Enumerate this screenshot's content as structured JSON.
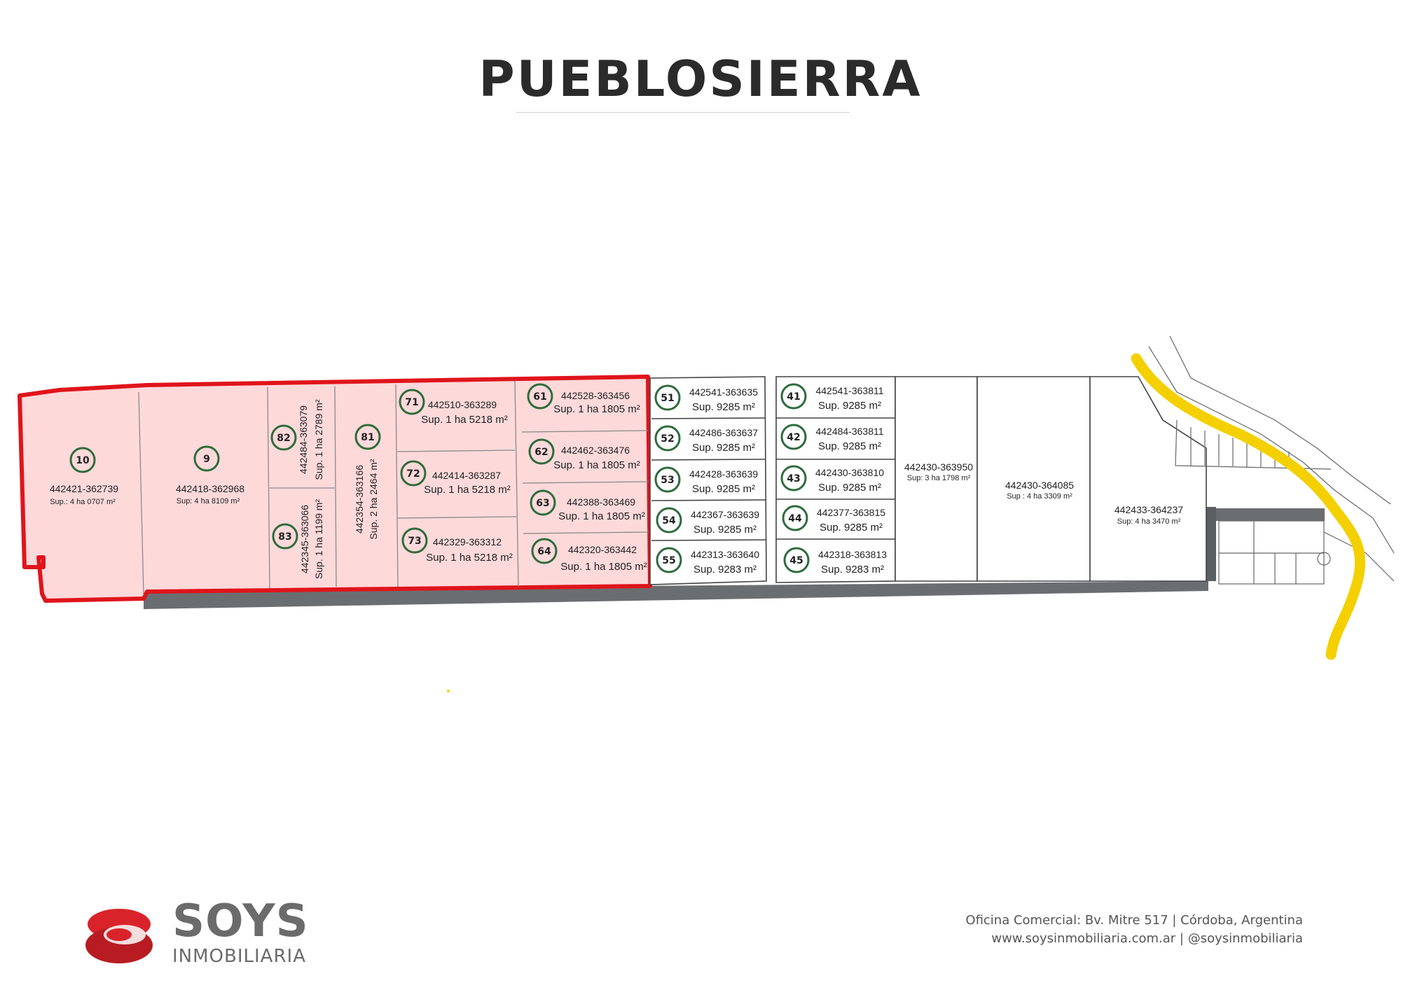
{
  "title": "PUEBLOSIERRA",
  "lots_reserved": [
    {
      "num": "10",
      "code": "442421-362739",
      "area": "Sup.: 4 ha 0707 m²"
    },
    {
      "num": "9",
      "code": "442418-362968",
      "area": "Sup: 4 ha 8109 m²"
    },
    {
      "num": "82",
      "code": "442484-363079",
      "area": "Sup. 1 ha 2789 m²"
    },
    {
      "num": "83",
      "code": "442345-363066",
      "area": "Sup. 1 ha 1199 m²"
    },
    {
      "num": "81",
      "code": "442354-363166",
      "area": "Sup. 2 ha 2464 m²"
    },
    {
      "num": "71",
      "code": "442510-363289",
      "area": "Sup. 1 ha 5218 m²"
    },
    {
      "num": "72",
      "code": "442414-363287",
      "area": "Sup. 1 ha 5218 m²"
    },
    {
      "num": "73",
      "code": "442329-363312",
      "area": "Sup. 1 ha 5218 m²"
    },
    {
      "num": "61",
      "code": "442528-363456",
      "area": "Sup. 1 ha 1805 m²"
    },
    {
      "num": "62",
      "code": "442462-363476",
      "area": "Sup. 1 ha 1805 m²"
    },
    {
      "num": "63",
      "code": "442388-363469",
      "area": "Sup. 1 ha 1805 m²"
    },
    {
      "num": "64",
      "code": "442320-363442",
      "area": "Sup. 1 ha 1805 m²"
    }
  ],
  "lots_available": [
    {
      "num": "51",
      "code": "442541-363635",
      "area": "Sup. 9285 m²"
    },
    {
      "num": "52",
      "code": "442486-363637",
      "area": "Sup. 9285 m²"
    },
    {
      "num": "53",
      "code": "442428-363639",
      "area": "Sup. 9285 m²"
    },
    {
      "num": "54",
      "code": "442367-363639",
      "area": "Sup. 9285 m²"
    },
    {
      "num": "55",
      "code": "442313-363640",
      "area": "Sup. 9283 m²"
    },
    {
      "num": "41",
      "code": "442541-363811",
      "area": "Sup. 9285 m²"
    },
    {
      "num": "42",
      "code": "442484-363811",
      "area": "Sup. 9285 m²"
    },
    {
      "num": "43",
      "code": "442430-363810",
      "area": "Sup. 9285 m²"
    },
    {
      "num": "44",
      "code": "442377-363815",
      "area": "Sup. 9285 m²"
    },
    {
      "num": "45",
      "code": "442318-363813",
      "area": "Sup. 9283 m²"
    }
  ],
  "lots_large": [
    {
      "code": "442430-363950",
      "area": "Sup: 3 ha 1798 m²"
    },
    {
      "code": "442430-364085",
      "area": "Sup : 4 ha 3309 m²"
    },
    {
      "code": "442433-364237",
      "area": "Sup: 4 ha 3470 m²"
    }
  ],
  "colors": {
    "reserved_fill": "#fdd9da",
    "reserved_border": "#e0141b",
    "circle": "#2e6b3c",
    "road": "#6b6e70",
    "river": "#f4d000",
    "brand_red": "#d9232a"
  },
  "brand": {
    "name": "SOYS",
    "sub": "INMOBILIARIA"
  },
  "contact": {
    "office": "Oficina Comercial: Bv. Mitre 517 | Córdoba, Argentina",
    "web": "www.soysinmobiliaria.com.ar | @soysinmobiliaria"
  }
}
